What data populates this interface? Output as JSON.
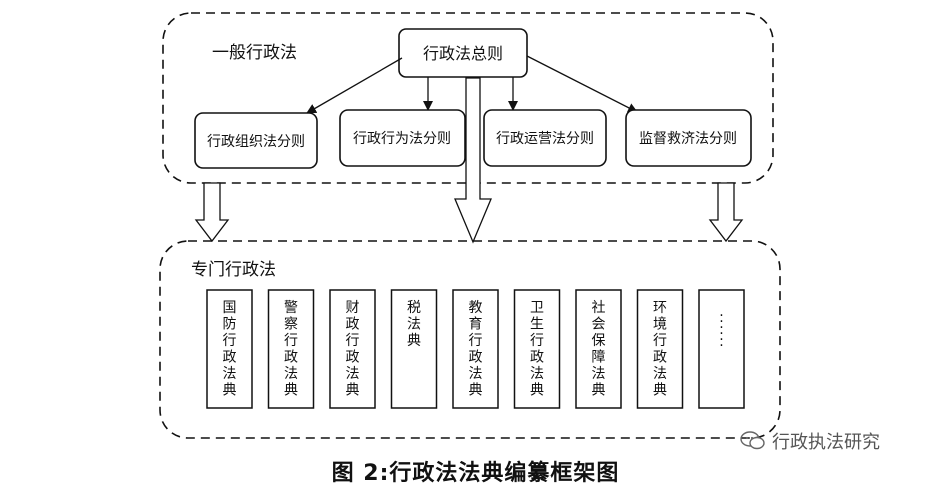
{
  "general": {
    "title": "一般行政法",
    "top_rule": "行政法总则",
    "rules": [
      "行政组织法分则",
      "行政行为法分则",
      "行政运营法分则",
      "监督救济法分则"
    ]
  },
  "special": {
    "title": "专门行政法",
    "codes": [
      "国防行政法典",
      "警察行政法典",
      "财政行政法典",
      "税法典",
      "教育行政法典",
      "卫生行政法典",
      "社会保障法典",
      "环境行政法典",
      "……"
    ]
  },
  "caption": "图 2:行政法法典编纂框架图",
  "watermark": {
    "text": "行政执法研究",
    "icon": "wechat-icon"
  }
}
